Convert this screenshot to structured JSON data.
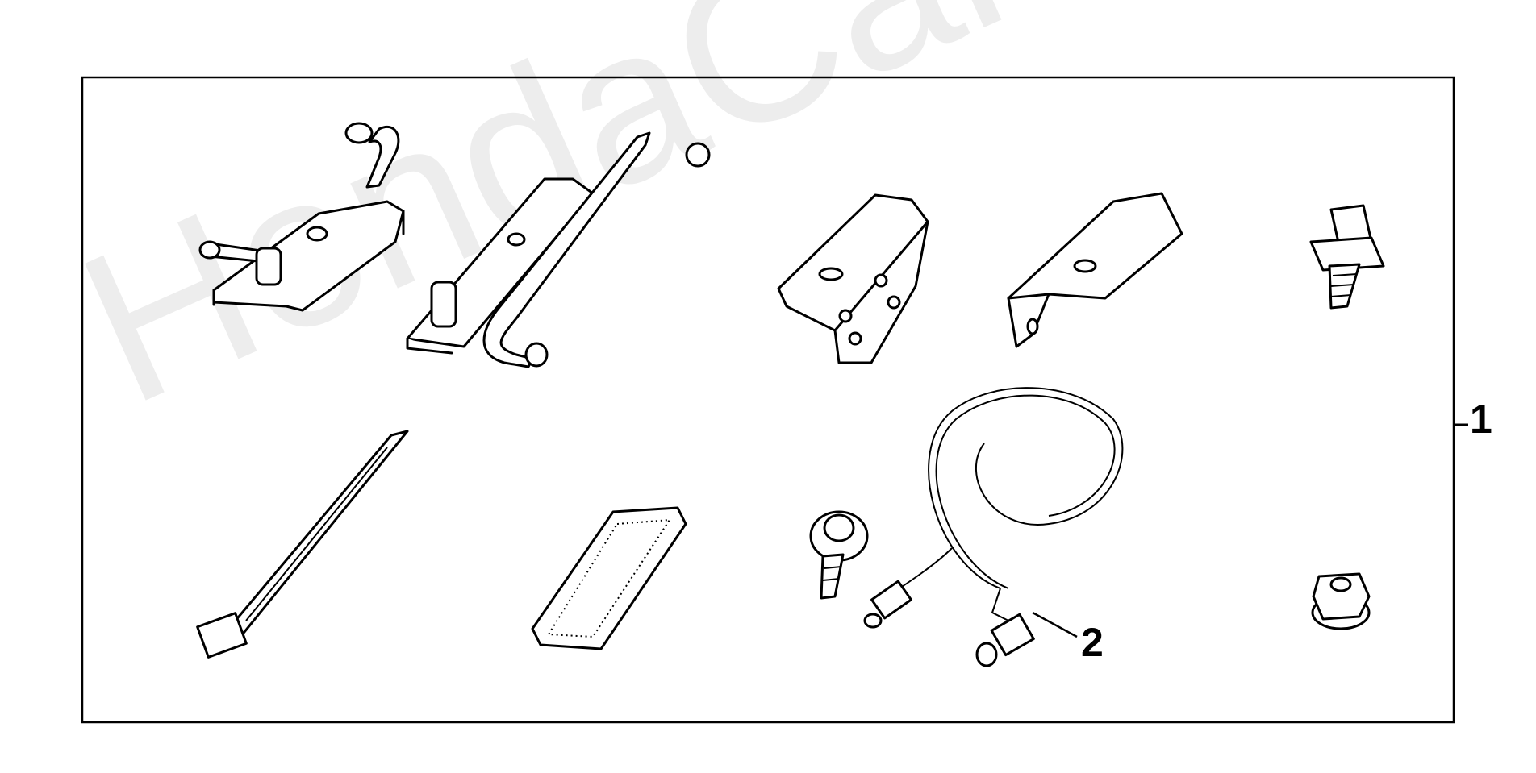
{
  "watermark": "HondaCarMine.ru",
  "callouts": [
    {
      "id": "1",
      "label": "1"
    },
    {
      "id": "2",
      "label": "2"
    }
  ],
  "parts": [
    "bracket-left-rod",
    "bracket-long-rod",
    "bracket-angle-holes",
    "bracket-angle-small",
    "flange-bolt-large",
    "cable-tie",
    "adhesive-pad",
    "screw-washer",
    "antenna-cable",
    "flange-nut"
  ]
}
